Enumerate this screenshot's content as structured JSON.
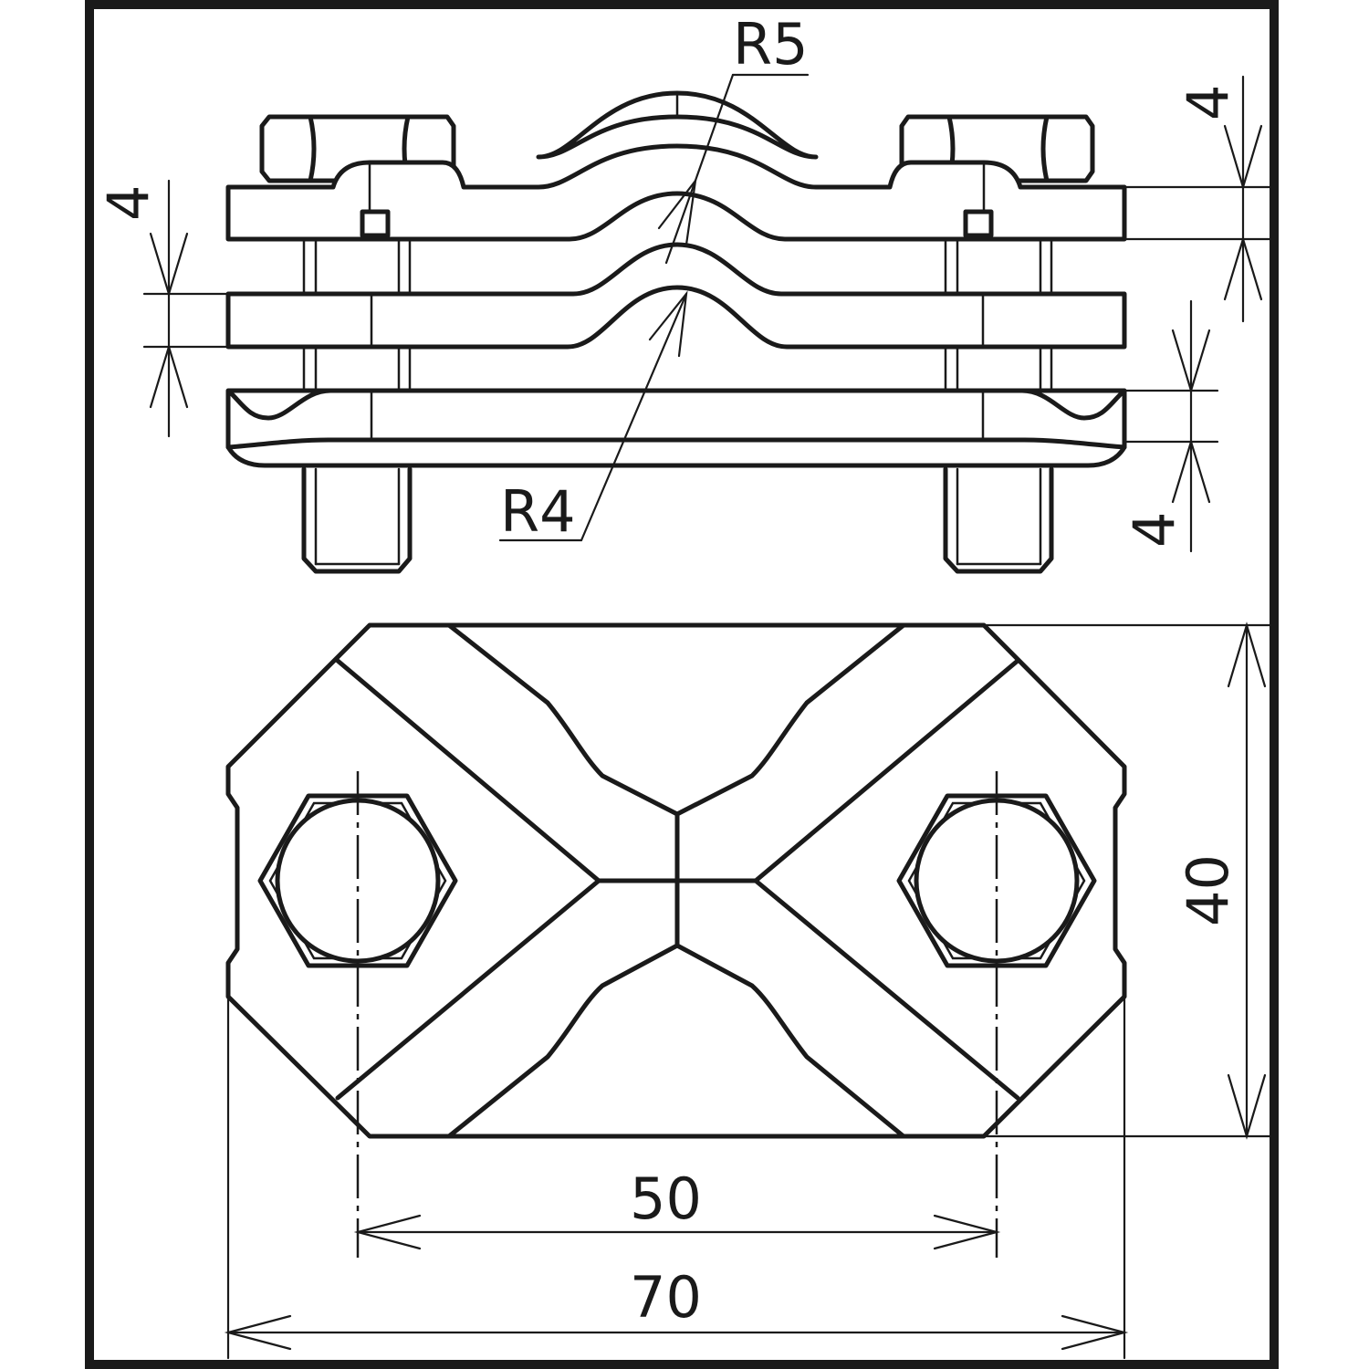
{
  "labels": {
    "r5": "R5",
    "r4": "R4",
    "t_top_right": "4",
    "t_left": "4",
    "t_bottom_right": "4",
    "height": "40",
    "bolt_spacing": "50",
    "width": "70"
  },
  "colors": {
    "line": "#1a1a1a",
    "background": "#ffffff"
  }
}
